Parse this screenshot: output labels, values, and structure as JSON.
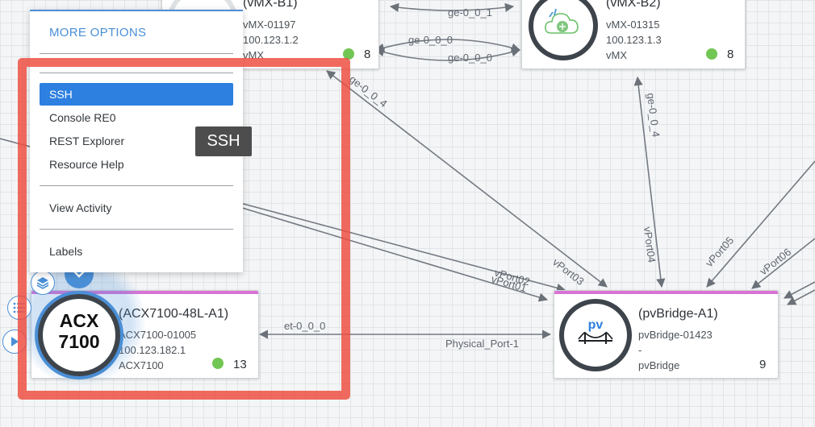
{
  "links": {
    "ge_0_0_1": "ge-0_0_1",
    "ge_0_0_0_a": "ge-0_0_0",
    "ge_0_0_0_b": "ge-0_0_0",
    "ge_0_0_4_left": "ge-0_0_4",
    "ge_0_0_4_mid": "ge-0_0_4",
    "ge_0_0_4_right": "ge-0_0_4",
    "vport03": "vPort03",
    "vport02": "vPort02",
    "vport01": "vPort01",
    "vport04": "vPort04",
    "vport05": "vPort05",
    "vport06": "vPort06",
    "et_0_0_0": "et-0_0_0",
    "physical_port_1": "Physical_Port-1"
  },
  "nodes": {
    "vmx_b1": {
      "title": "(vMX-B1)",
      "id": "vMX-01197",
      "ip": "100.123.1.2",
      "type": "vMX",
      "count": "8"
    },
    "vmx_b2": {
      "title": "(vMX-B2)",
      "id": "vMX-01315",
      "ip": "100.123.1.3",
      "type": "vMX",
      "count": "8"
    },
    "acx": {
      "logo_line1": "ACX",
      "logo_line2": "7100",
      "title": "(ACX7100-48L-A1)",
      "id": "ACX7100-01005",
      "ip": "100.123.182.1",
      "type": "ACX7100",
      "count": "13"
    },
    "pvbridge": {
      "logo_text": "pv",
      "title": "(pvBridge-A1)",
      "id": "pvBridge-01423",
      "ip": "-",
      "type": "pvBridge",
      "count": "9"
    }
  },
  "menu": {
    "more_options": "MORE OPTIONS",
    "items": [
      "SSH",
      "Console RE0",
      "REST Explorer",
      "Resource Help",
      "View Activity",
      "Labels"
    ]
  },
  "tooltip": "SSH",
  "colors": {
    "accent": "#2d7fe0",
    "status_ok": "#72c654",
    "highlight": "#ee4e40",
    "bridge_bar": "#d873d6"
  }
}
